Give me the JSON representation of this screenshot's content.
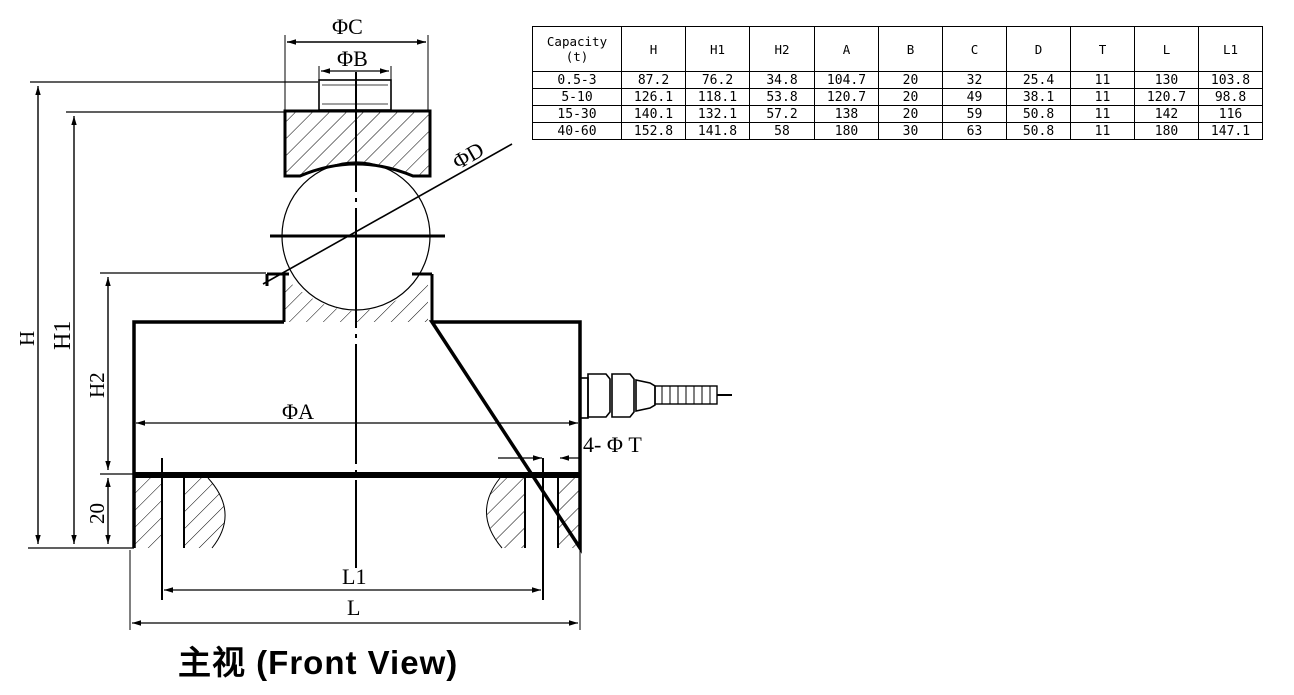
{
  "caption": "主视 (Front View)",
  "labels": {
    "phi_c": "ΦC",
    "phi_b": "ΦB",
    "phi_d": "ΦD",
    "phi_a": "ΦA",
    "four_phi_t": "4- Φ T",
    "h": "H",
    "h1": "H1",
    "h2": "H2",
    "twenty": "20",
    "l1": "L1",
    "l": "L"
  },
  "table": {
    "headers": [
      "Capacity\n(t)",
      "H",
      "H1",
      "H2",
      "A",
      "B",
      "C",
      "D",
      "T",
      "L",
      "L1"
    ],
    "rows": [
      [
        "0.5-3",
        "87.2",
        "76.2",
        "34.8",
        "104.7",
        "20",
        "32",
        "25.4",
        "11",
        "130",
        "103.8"
      ],
      [
        "5-10",
        "126.1",
        "118.1",
        "53.8",
        "120.7",
        "20",
        "49",
        "38.1",
        "11",
        "120.7",
        "98.8"
      ],
      [
        "15-30",
        "140.1",
        "132.1",
        "57.2",
        "138",
        "20",
        "59",
        "50.8",
        "11",
        "142",
        "116"
      ],
      [
        "40-60",
        "152.8",
        "141.8",
        "58",
        "180",
        "30",
        "63",
        "50.8",
        "11",
        "180",
        "147.1"
      ]
    ]
  }
}
